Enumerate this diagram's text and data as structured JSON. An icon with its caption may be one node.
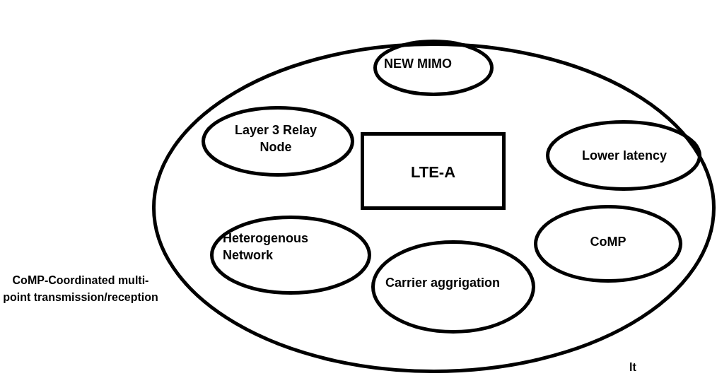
{
  "diagram": {
    "nodes": [
      {
        "text": [],
        "shape": "ellipse"
      },
      {
        "text": [
          "NEW MIMO"
        ],
        "in": 0
      },
      {
        "text": [
          "Layer 3 Relay Node"
        ],
        "in": 0
      },
      {
        "text": [
          "LTE-A"
        ],
        "in": 0
      },
      {
        "text": [
          "Lower latency"
        ],
        "in": 0
      },
      {
        "text": [
          "Heterogenous Network"
        ],
        "in": 0
      },
      {
        "text": [
          "CoMP"
        ],
        "in": 0
      },
      {
        "text": [
          "Carrier aggrigation"
        ],
        "in": 0
      }
    ],
    "edges": [],
    "labels": [
      "CoMP-Coordinated multi- point transmission/reception",
      "lt"
    ]
  }
}
